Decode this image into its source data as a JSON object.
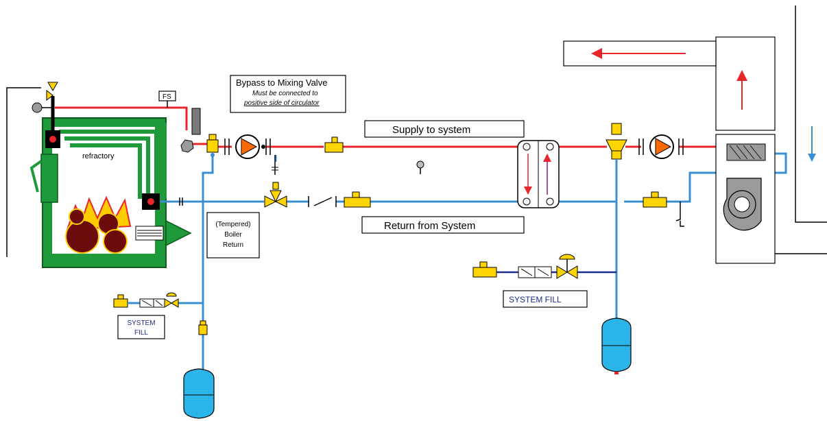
{
  "labels": {
    "bypass_title": "Bypass to Mixing Valve",
    "bypass_note_1": "Must be connected to",
    "bypass_note_2": "positive side of circulator",
    "fs": "FS",
    "refractory": "refractory",
    "supply": "Supply to system",
    "return": "Return from System",
    "tempered_1": "(Tempered)",
    "tempered_2": "Boiler",
    "tempered_3": "Return",
    "system_fill_right": "SYSTEM FILL",
    "system_fill_left_1": "SYSTEM",
    "system_fill_left_2": "FILL"
  },
  "colors": {
    "supply_pipe": "#e8262b",
    "return_pipe": "#3a8fd0",
    "boiler_body": "#1f9a3a",
    "fire": "#ffcc00",
    "logs": "#6b0b0b",
    "valve": "#ffd400",
    "pump": "#ff6a00",
    "expansion_tank": "#2bb4e8",
    "fill_line": "#1d2d8a"
  }
}
